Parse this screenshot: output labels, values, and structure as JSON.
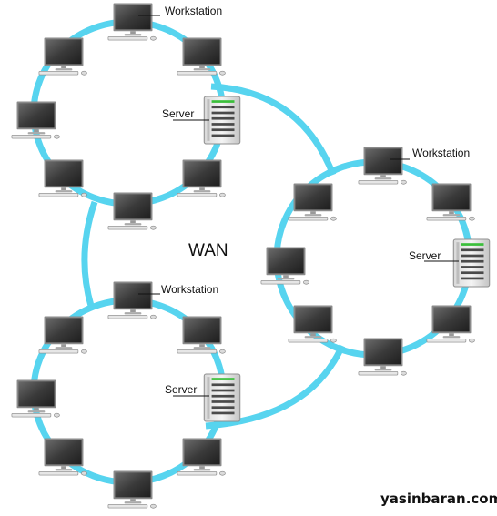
{
  "diagram": {
    "center_label": "WAN",
    "watermark": "yasinbaran.com",
    "link_color": "#57d4ef",
    "rings": [
      {
        "id": "top-left",
        "workstation_label": "Workstation",
        "server_label": "Server",
        "computer_count": 8
      },
      {
        "id": "right",
        "workstation_label": "Workstation",
        "server_label": "Server",
        "computer_count": 8
      },
      {
        "id": "bottom-left",
        "workstation_label": "Workstation",
        "server_label": "Server",
        "computer_count": 8
      }
    ]
  }
}
